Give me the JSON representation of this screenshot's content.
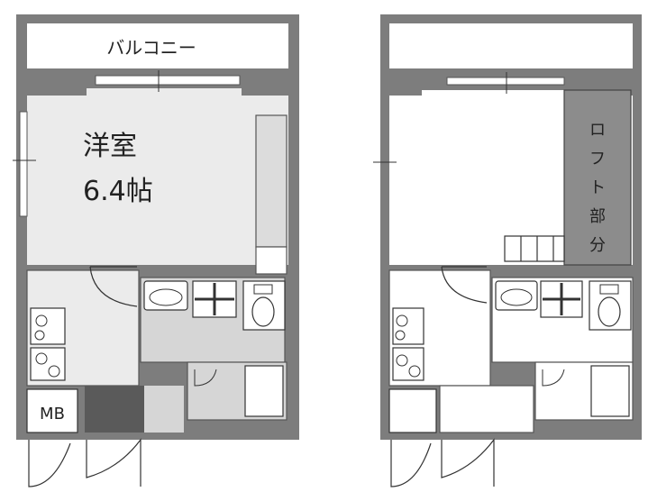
{
  "plan1": {
    "balcony_label": "バルコニー",
    "room_label": "洋室",
    "room_size": "6.4帖",
    "meter_box_label": "MB"
  },
  "plan2": {
    "loft_label": [
      "ロ",
      "フ",
      "ト",
      "部",
      "分"
    ]
  },
  "colors": {
    "wall": "#7d7d7d",
    "wall_dark": "#5a5a5a",
    "floor_wet": "#d6d6d6",
    "floor_room": "#ebebeb",
    "loft": "#8c8c8c",
    "line": "#333333"
  }
}
